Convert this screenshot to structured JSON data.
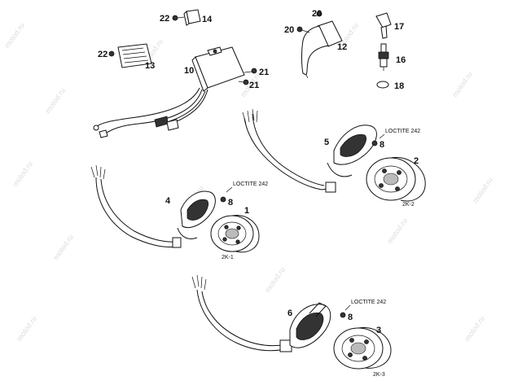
{
  "watermark": "motod.ru",
  "callouts": {
    "n1": "1",
    "n2": "2",
    "n3": "3",
    "n4": "4",
    "n5": "5",
    "n6": "6",
    "n8a": "8",
    "n8b": "8",
    "n8c": "8",
    "n10": "10",
    "n12": "12",
    "n13": "13",
    "n14": "14",
    "n16": "16",
    "n17": "17",
    "n18": "18",
    "n20a": "20",
    "n20b": "20",
    "n21a": "21",
    "n21b": "21",
    "n22a": "22",
    "n22b": "22"
  },
  "loctite": {
    "a": "LOCTITE 242",
    "b": "LOCTITE 242",
    "c": "LOCTITE 242"
  },
  "variants": {
    "k1": "2K-1",
    "k2": "2K-2",
    "k3": "2K-3"
  }
}
